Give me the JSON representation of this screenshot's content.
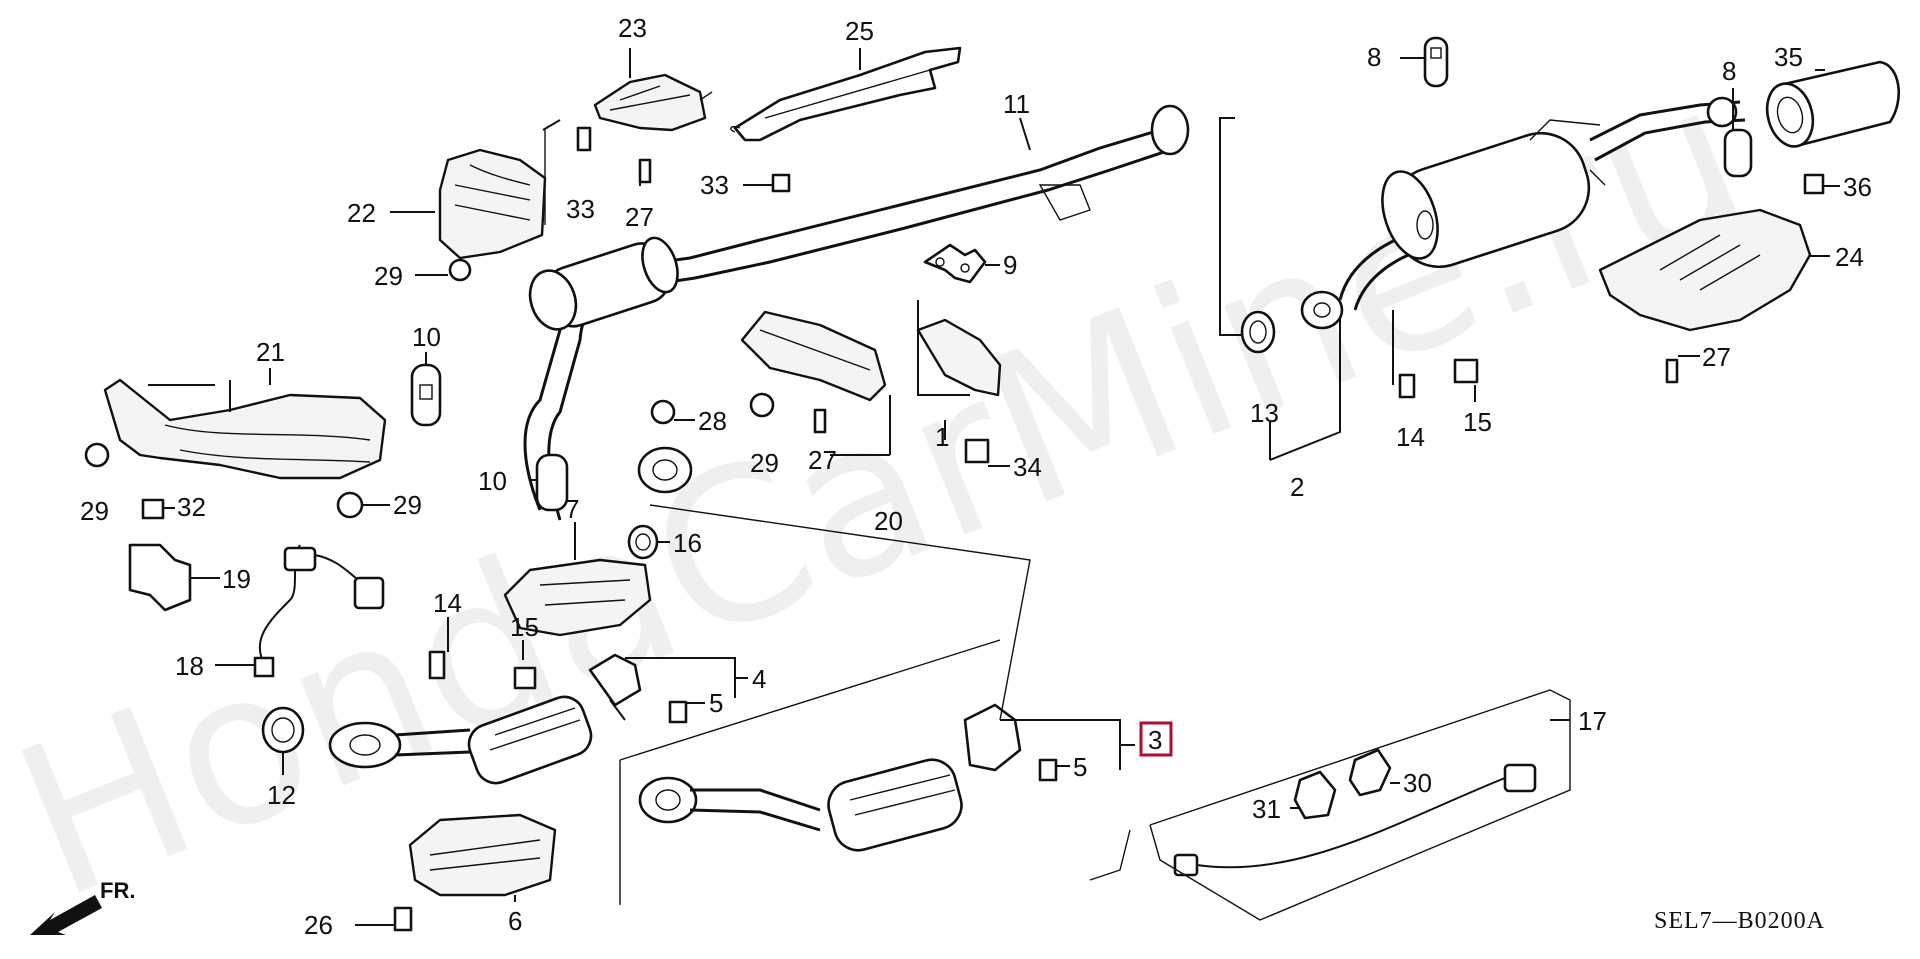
{
  "diagram": {
    "code": "SEL7—B0200A",
    "direction_label": "FR.",
    "watermark": "HondaCarMine.ru",
    "highlight_color": "#b01030",
    "callouts": [
      {
        "id": "c23",
        "text": "23"
      },
      {
        "id": "c25",
        "text": "25"
      },
      {
        "id": "c11",
        "text": "11"
      },
      {
        "id": "c8a",
        "text": "8"
      },
      {
        "id": "c8b",
        "text": "8"
      },
      {
        "id": "c35",
        "text": "35"
      },
      {
        "id": "c36",
        "text": "36"
      },
      {
        "id": "c24",
        "text": "24"
      },
      {
        "id": "c27d",
        "text": "27"
      },
      {
        "id": "c22",
        "text": "22"
      },
      {
        "id": "c33a",
        "text": "33"
      },
      {
        "id": "c27a",
        "text": "27"
      },
      {
        "id": "c33b",
        "text": "33"
      },
      {
        "id": "c29a",
        "text": "29"
      },
      {
        "id": "c9",
        "text": "9"
      },
      {
        "id": "c21",
        "text": "21"
      },
      {
        "id": "c10a",
        "text": "10"
      },
      {
        "id": "c28",
        "text": "28"
      },
      {
        "id": "c29d",
        "text": "29"
      },
      {
        "id": "c27b",
        "text": "27"
      },
      {
        "id": "c1",
        "text": "1"
      },
      {
        "id": "c34",
        "text": "34"
      },
      {
        "id": "c20",
        "text": "20"
      },
      {
        "id": "c13",
        "text": "13"
      },
      {
        "id": "c2",
        "text": "2"
      },
      {
        "id": "c14b",
        "text": "14"
      },
      {
        "id": "c15b",
        "text": "15"
      },
      {
        "id": "c29b",
        "text": "29"
      },
      {
        "id": "c32",
        "text": "32"
      },
      {
        "id": "c29c",
        "text": "29"
      },
      {
        "id": "c10b",
        "text": "10"
      },
      {
        "id": "c7",
        "text": "7"
      },
      {
        "id": "c16",
        "text": "16"
      },
      {
        "id": "c19",
        "text": "19"
      },
      {
        "id": "c14a",
        "text": "14"
      },
      {
        "id": "c15a",
        "text": "15"
      },
      {
        "id": "c18",
        "text": "18"
      },
      {
        "id": "c4",
        "text": "4"
      },
      {
        "id": "c5a",
        "text": "5"
      },
      {
        "id": "c3",
        "text": "3"
      },
      {
        "id": "c5b",
        "text": "5"
      },
      {
        "id": "c17",
        "text": "17"
      },
      {
        "id": "c12",
        "text": "12"
      },
      {
        "id": "c30",
        "text": "30"
      },
      {
        "id": "c31",
        "text": "31"
      },
      {
        "id": "c26",
        "text": "26"
      },
      {
        "id": "c6",
        "text": "6"
      }
    ]
  }
}
